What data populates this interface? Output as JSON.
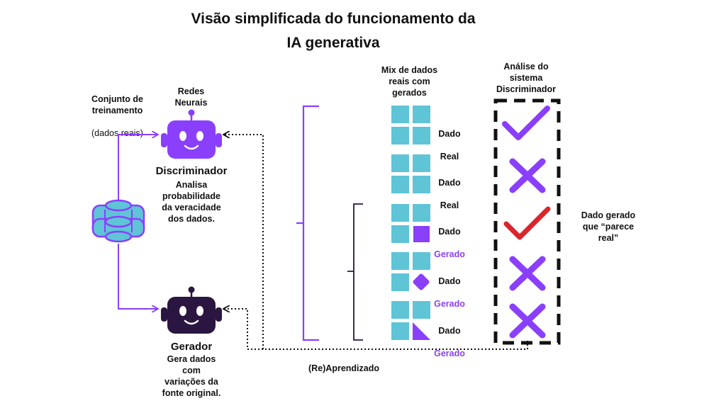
{
  "title": "Visão simplificada do funcionamento da\nIA generativa",
  "training_set": {
    "label": "Conjunto de\ntreinamento",
    "sublabel": "(dados reais)"
  },
  "neural_networks_label": "Redes\nNeurais",
  "discriminator": {
    "name": "Discriminador",
    "description": "Analisa\nprobabilidade\nda veracidade\ndos dados."
  },
  "generator": {
    "name": "Gerador",
    "description": "Gera dados\ncom\nvariações da\nfonte original."
  },
  "mix_header": "Mix de dados\nreais com\ngerados",
  "analysis_header": "Análise do\nsistema\nDiscriminador",
  "relearning_label": "(Re)Aprendizado",
  "generated_note": "Dado gerado\nque “parece\nreal”",
  "data_rows": [
    {
      "line1": "Dado",
      "line2": "Real",
      "kind": "real",
      "verdict": "check"
    },
    {
      "line1": "Dado",
      "line2": "Real",
      "kind": "real",
      "verdict": "cross"
    },
    {
      "line1": "Dado",
      "line2": "Gerado",
      "kind": "generated",
      "verdict": "check"
    },
    {
      "line1": "Dado",
      "line2": "Gerado",
      "kind": "generated",
      "verdict": "cross"
    },
    {
      "line1": "Dado",
      "line2": "Gerado",
      "kind": "generated",
      "verdict": "cross"
    }
  ],
  "colors": {
    "purple": "#8a3ffc",
    "dark_robot": "#2a1640",
    "cyan": "#5ec4d6",
    "red_check": "#d9262c",
    "black": "#111111"
  }
}
